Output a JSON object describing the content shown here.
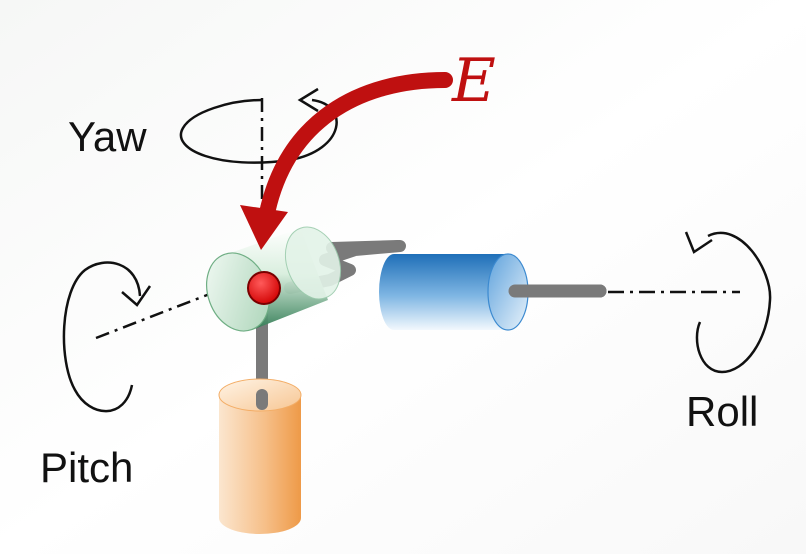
{
  "labels": {
    "yaw": "Yaw",
    "pitch": "Pitch",
    "roll": "Roll",
    "endpoint": "E"
  },
  "colors": {
    "arrow": "#bf1010",
    "endpoint_marker": "#e00000",
    "yaw_joint": "#cfe8d6",
    "roll_joint": "#2f86cc",
    "base_cylinder": "#f2a25a",
    "links": "#7a7a7a",
    "rotation_marks": "#111111"
  }
}
